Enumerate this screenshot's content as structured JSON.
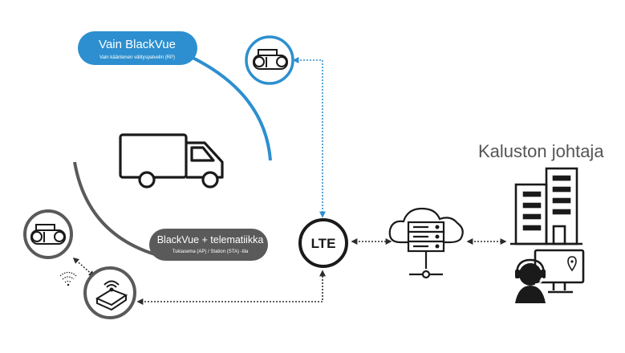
{
  "labels": {
    "blackvue_only_title": "Vain BlackVue",
    "blackvue_only_subtitle": "Vain kääntenen välityspalvelin (RP)",
    "telematics_title": "BlackVue + telematiikka",
    "telematics_subtitle": "Tukiasema (AP) / Station (STA) -tila",
    "lte": "LTE",
    "fleet_manager": "Kaluston johtaja"
  },
  "colors": {
    "blue": "#2d8fcf",
    "gray": "#5a5a5a",
    "dark": "#2b2b2b",
    "bg": "#ffffff"
  },
  "icons": {
    "dashcam_top": "dashcam-icon",
    "dashcam_left": "dashcam-icon",
    "telematics": "telematics-module-icon",
    "wifi": "wifi-icon",
    "truck": "truck-icon",
    "cloud": "cloud-server-icon",
    "building": "building-icon",
    "operator": "operator-headset-icon",
    "monitor": "monitor-map-icon"
  }
}
